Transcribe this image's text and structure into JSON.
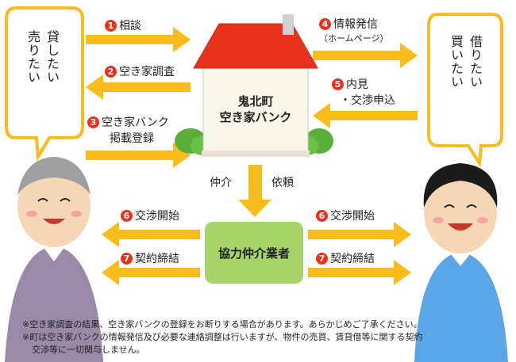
{
  "bubbles": {
    "seller": [
      "貸したい",
      "売りたい"
    ],
    "buyer": [
      "借りたい",
      "買いたい"
    ]
  },
  "steps": {
    "s1": {
      "num": "1",
      "label": "相談"
    },
    "s2": {
      "num": "2",
      "label": "空き家調査"
    },
    "s3": {
      "num": "3",
      "label": "空き家バンク",
      "label2": "掲載登録"
    },
    "s4": {
      "num": "4",
      "label": "情報発信",
      "sub": "（ホームページ）"
    },
    "s5": {
      "num": "5",
      "label": "内見",
      "label2": "・交渉申込"
    },
    "s6a": {
      "num": "6",
      "label": "交渉開始"
    },
    "s6b": {
      "num": "6",
      "label": "交渉開始"
    },
    "s7a": {
      "num": "7",
      "label": "契約締結"
    },
    "s7b": {
      "num": "7",
      "label": "契約締結"
    }
  },
  "house": {
    "line1": "鬼北町",
    "line2": "空き家バンク"
  },
  "mediation": {
    "left": "仲介",
    "right": "依頼"
  },
  "broker": {
    "label": "協力仲介業者"
  },
  "notes": [
    "※空き家調査の結果、空き家バンクの登録をお断りする場合があります。あらかじめご了承ください。",
    "※町は空き家バンクの情報発信及び必要な連絡調整は行いますが、物件の売買、賃貸借等に関する契約",
    "交渉等に一切関与しません。"
  ],
  "colors": {
    "arrow": "#f8bd1c",
    "bubble_border": "#f8bd1c",
    "roof": "#e8321c",
    "badge": "#e8321c",
    "broker": "#a6d46a"
  }
}
